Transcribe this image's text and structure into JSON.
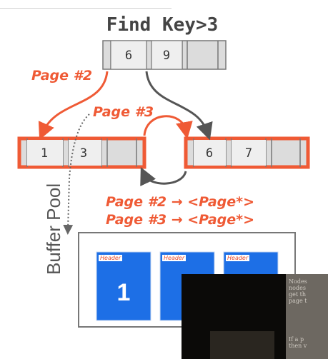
{
  "title": "Find Key>3",
  "root_node": {
    "keys": [
      "6",
      "9"
    ]
  },
  "leaf_left": {
    "keys": [
      "1",
      "3"
    ]
  },
  "leaf_right": {
    "keys": [
      "6",
      "7"
    ]
  },
  "labels": {
    "page2": "Page #2",
    "page3": "Page #3"
  },
  "mappings": [
    "Page #2 → <Page*>",
    "Page #3 → <Page*>"
  ],
  "buffer_pool": {
    "label": "Buffer Pool",
    "frames": [
      {
        "header": "Header",
        "value": "1"
      },
      {
        "header": "Header",
        "value": ""
      },
      {
        "header": "Header",
        "value": ""
      }
    ]
  },
  "video_overlay": {
    "text_lines": [
      "Nodes",
      "nodes",
      "get th",
      "page t",
      "",
      "If a p",
      "then v"
    ]
  },
  "colors": {
    "accent": "#ef5a35",
    "node_fill": "#dcdcdc",
    "frame_blue": "#1d6fe6",
    "arrow_dark": "#555555"
  }
}
